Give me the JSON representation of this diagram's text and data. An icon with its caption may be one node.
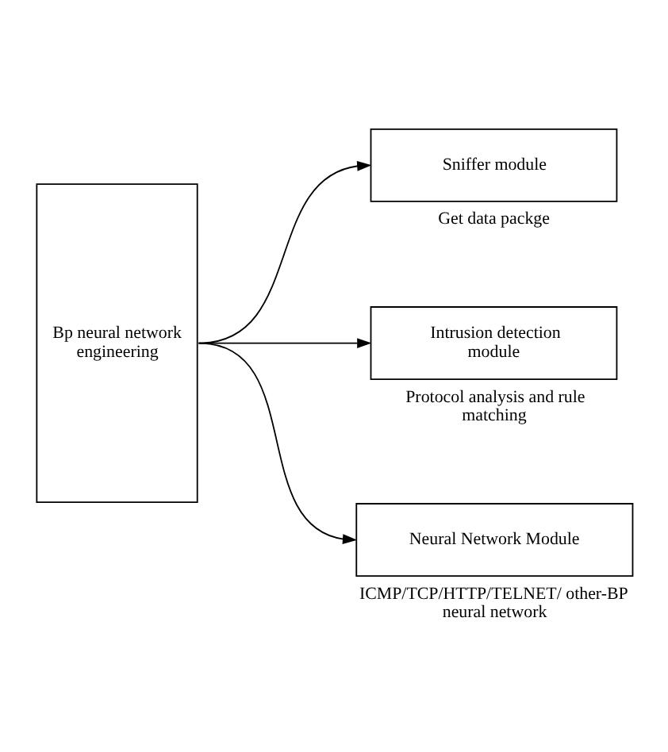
{
  "diagram": {
    "nodes": [
      {
        "text": [
          "Bp neural network engineering"
        ]
      },
      {
        "text": [
          "Sniffer module"
        ],
        "beside": [
          "Get data packge"
        ]
      },
      {
        "text": [
          "Intrusion detection module"
        ],
        "beside": [
          "Protocol analysis and rule matching"
        ]
      },
      {
        "text": [
          "Neural Network Module"
        ],
        "beside": [
          "ICMP/TCP/HTTP/TELNET/ other-BP neural network"
        ]
      }
    ],
    "edges": [
      {
        "from": 0,
        "to": 1,
        "arrow": "to"
      },
      {
        "from": 0,
        "to": 2,
        "arrow": "to"
      },
      {
        "from": 0,
        "to": 3,
        "arrow": "to"
      }
    ]
  }
}
